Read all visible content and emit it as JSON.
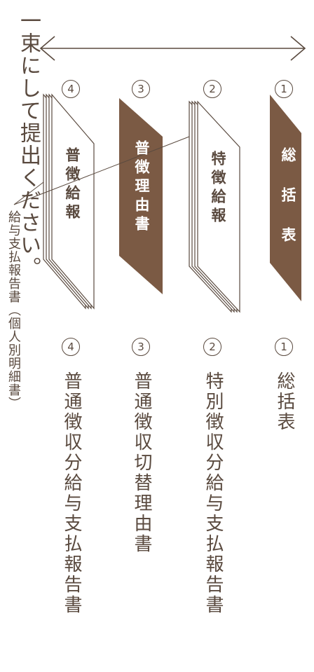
{
  "instruction": "一束にして提出ください。",
  "docs": [
    {
      "num": "1",
      "label": "総 括 表"
    },
    {
      "num": "2",
      "label": "特徴給報"
    },
    {
      "num": "3",
      "label": "普徴理由書"
    },
    {
      "num": "4",
      "label": "普徴給報"
    }
  ],
  "annotation": "給与支払報告書（個人別明細書）",
  "list": [
    {
      "num": "1",
      "label": "総括表"
    },
    {
      "num": "2",
      "label": "特別徴収分給与支払報告書"
    },
    {
      "num": "3",
      "label": "普通徴収切替理由書"
    },
    {
      "num": "4",
      "label": "普通徴収分給与支払報告書"
    }
  ],
  "colors": {
    "brown": "#7b5a44",
    "line": "#5a4a3f",
    "text": "#5a4a3f"
  }
}
